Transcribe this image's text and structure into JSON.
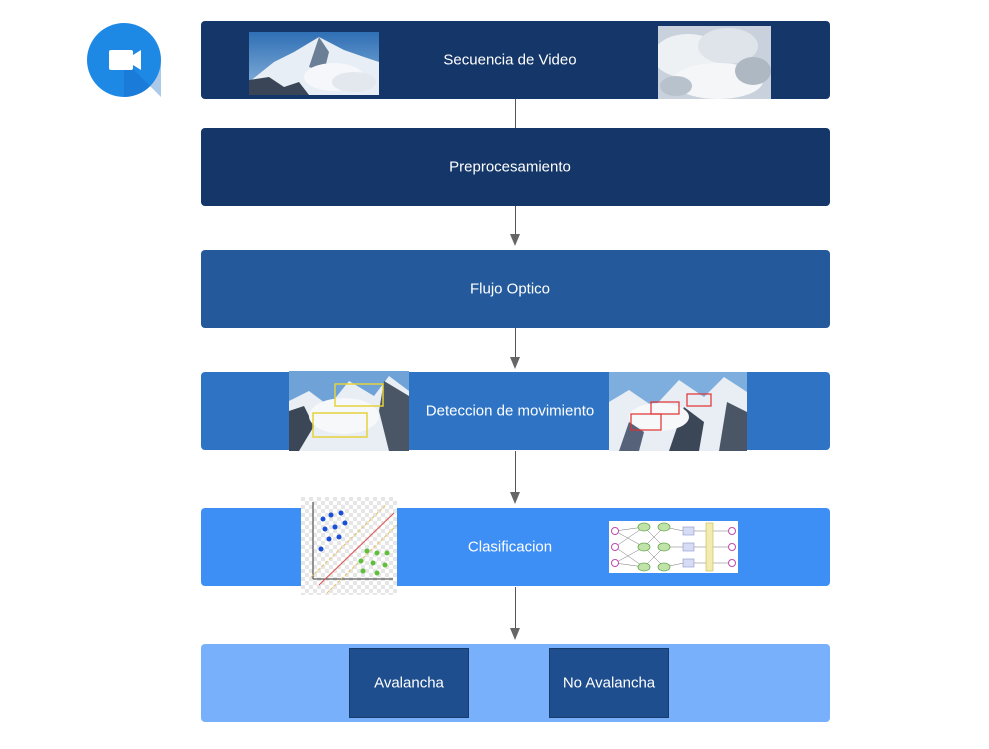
{
  "colors": {
    "step1": "#143668",
    "step2": "#143668",
    "step3": "#245a9c",
    "step4": "#2e73c4",
    "step5": "#3d8ef5",
    "step6": "#79b0fb",
    "result_box": "#1f4e8f",
    "video_icon": "#1e88e5"
  },
  "icon": {
    "name": "video-camera-icon"
  },
  "steps": [
    {
      "label": "Secuencia de Video"
    },
    {
      "label": "Preprocesamiento"
    },
    {
      "label": "Flujo Optico"
    },
    {
      "label": "Deteccion de movimiento"
    },
    {
      "label": "Clasificacion"
    }
  ],
  "results": [
    {
      "label": "Avalancha"
    },
    {
      "label": "No Avalancha"
    }
  ]
}
